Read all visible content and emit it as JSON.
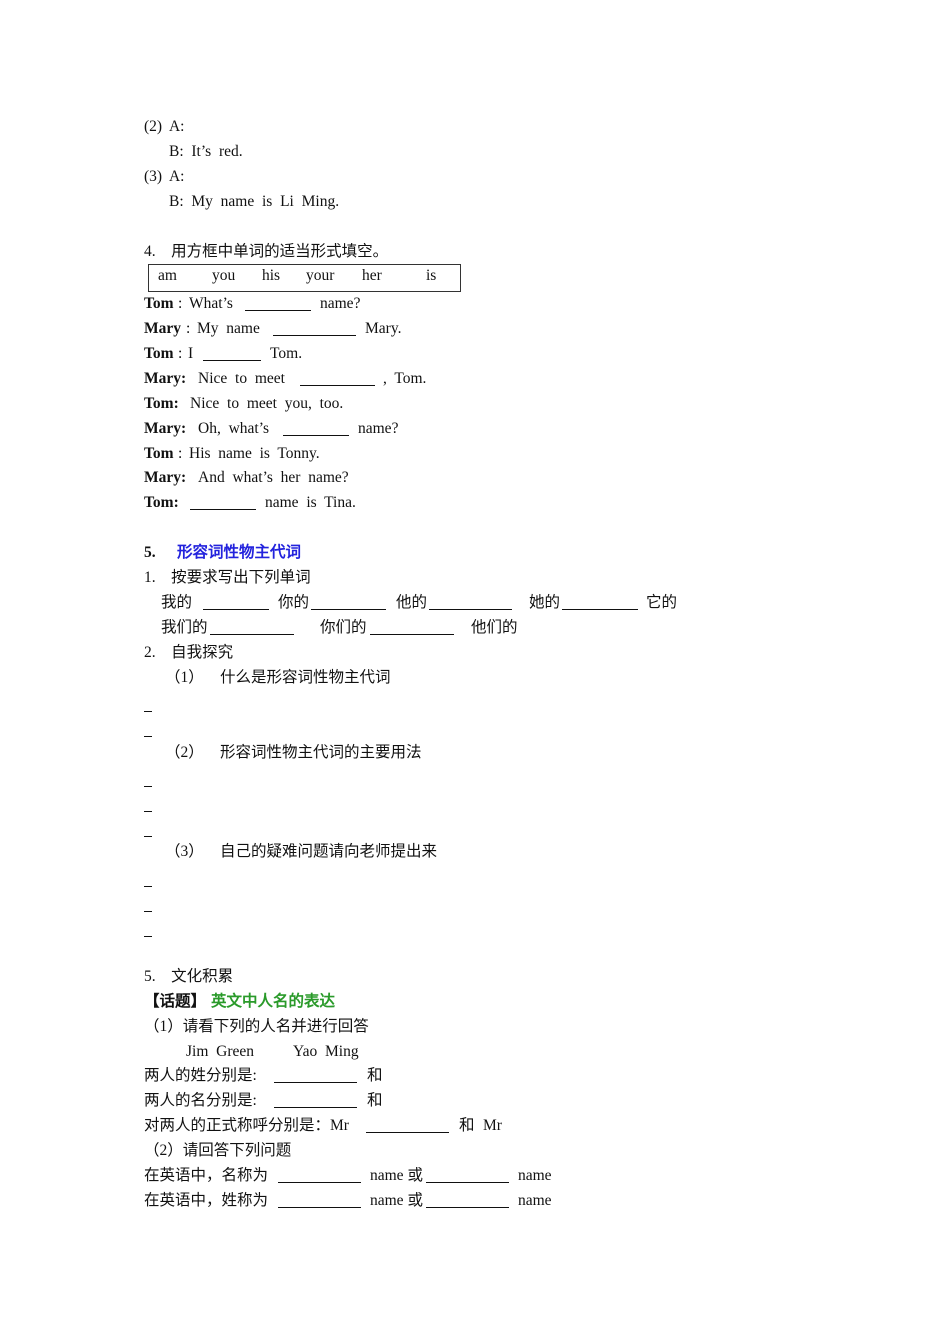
{
  "q3": {
    "p2_a": "(2)  A:",
    "p2_b": "B:  It’s  red.",
    "p3_a": "(3)  A:",
    "p3_b": "B:  My  name  is  Li  Ming."
  },
  "q4": {
    "title": "4.    用方框中单词的适当形式填空。",
    "words": [
      "am",
      "you",
      "his",
      "your",
      "her",
      "is"
    ],
    "dialog": [
      {
        "speaker": "Tom",
        "pre": "What’s",
        "post": "name?"
      },
      {
        "speaker": "Mary",
        "pre": "My  name",
        "post": "Mary."
      },
      {
        "speaker": "Tom",
        "pre": "I",
        "post": "Tom."
      },
      {
        "speaker": "Mary:",
        "pre": "Nice  to  meet",
        "post": ",  Tom."
      },
      {
        "speaker": "Tom:",
        "pre": "Nice  to  meet  you,  too.",
        "post": ""
      },
      {
        "speaker": "Mary:",
        "pre": "Oh,  what’s",
        "post": "name?"
      },
      {
        "speaker": "Tom",
        "pre": "His  name  is  Tonny.",
        "post": ""
      },
      {
        "speaker": "Mary:",
        "pre": "And  what’s  her  name?",
        "post": ""
      },
      {
        "speaker": "Tom:",
        "pre": "",
        "post": "name  is  Tina."
      }
    ]
  },
  "q5": {
    "num": "5.",
    "title": "形容词性物主代词",
    "s1": "1.    按要求写出下列单词",
    "row1": [
      "我的",
      "你的",
      "他的",
      "她的",
      "它的"
    ],
    "row2": [
      "我们的",
      "你们的",
      "他们的"
    ],
    "s2": "2.    自我探究",
    "items": [
      {
        "num": "（1）",
        "text": "什么是形容词性物主代词"
      },
      {
        "num": "（2）",
        "text": "形容词性物主代词的主要用法"
      },
      {
        "num": "（3）",
        "text": "自己的疑难问题请向老师提出来"
      }
    ]
  },
  "culture": {
    "title": "5.    文化积累",
    "topic_tag": "【话题】",
    "topic": "英文中人名的表达",
    "p1": "（1）请看下列的人名并进行回答",
    "name1": "Jim  Green",
    "name2": "Yao  Ming",
    "surname_q": "两人的姓分别是:",
    "given_q": "两人的名分别是:",
    "and": "和",
    "title_q": "对两人的正式称呼分别是：Mr",
    "mr": "Mr",
    "p2": "（2）请回答下列问题",
    "given_name_q": "在英语中，名称为",
    "family_name_q": "在英语中，姓称为",
    "name_or": "name 或",
    "name": "name"
  },
  "colors": {
    "heading_blue": "#2222dd",
    "topic_green": "#2a9a2a"
  }
}
